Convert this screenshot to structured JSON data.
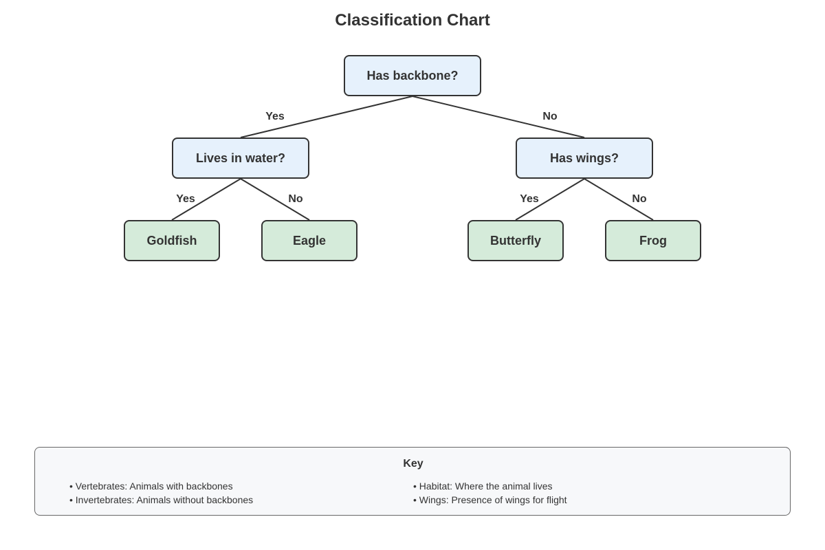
{
  "title": "Classification Chart",
  "nodes": {
    "root": "Has backbone?",
    "lives_in_water": "Lives in water?",
    "has_wings": "Has wings?",
    "goldfish": "Goldfish",
    "eagle": "Eagle",
    "butterfly": "Butterfly",
    "frog": "Frog"
  },
  "edges": {
    "root_yes": "Yes",
    "root_no": "No",
    "water_yes": "Yes",
    "water_no": "No",
    "wings_yes": "Yes",
    "wings_no": "No"
  },
  "key": {
    "title": "Key",
    "left_items": [
      "• Vertebrates: Animals with backbones",
      "• Invertebrates: Animals without backbones"
    ],
    "right_items": [
      "• Habitat: Where the animal lives",
      "• Wings: Presence of wings for flight"
    ]
  },
  "colors": {
    "question_fill": "#e6f1fc",
    "leaf_fill": "#d5ebda",
    "stroke": "#333333",
    "key_fill": "#f7f8fa"
  }
}
